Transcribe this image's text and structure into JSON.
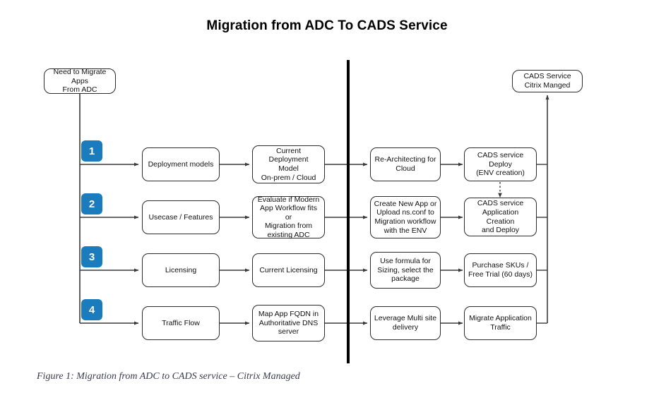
{
  "title": "Migration from ADC To CADS Service",
  "caption": "Figure 1: Migration from ADC to CADS service – Citrix Managed",
  "colors": {
    "badge_blue": "#1a7cbd",
    "box_border": "#2b2b2b",
    "connector": "#3a3a3a",
    "divider": "#000000",
    "caption_text": "#3b3b4f",
    "background": "#ffffff"
  },
  "start_node": {
    "label": "Need to Migrate Apps\nFrom ADC"
  },
  "end_node": {
    "label": "CADS Service\nCitrix Manged"
  },
  "column_headers": [],
  "steps": [
    {
      "number": "1",
      "stage1": "Deployment models",
      "stage2": "Current Deployment\nModel\nOn-prem / Cloud",
      "stage3": "Re-Architecting for\nCloud",
      "stage4": "CADS service Deploy\n(ENV creation)"
    },
    {
      "number": "2",
      "stage1": "Usecase / Features",
      "stage2": "Evaluate if Modern\nApp Workflow fits or\nMigration from\nexisting ADC",
      "stage3": "Create New App or\nUpload ns.conf to\nMigration workflow\nwith the ENV",
      "stage4": "CADS service\nApplication Creation\nand Deploy"
    },
    {
      "number": "3",
      "stage1": "Licensing",
      "stage2": "Current Licensing",
      "stage3": "Use formula for\nSizing, select the\npackage",
      "stage4": "Purchase SKUs /\nFree Trial (60 days)"
    },
    {
      "number": "4",
      "stage1": "Traffic Flow",
      "stage2": "Map App FQDN in\nAuthoritative DNS\nserver",
      "stage3": "Leverage Multi site\ndelivery",
      "stage4": "Migrate Application\nTraffic"
    }
  ]
}
